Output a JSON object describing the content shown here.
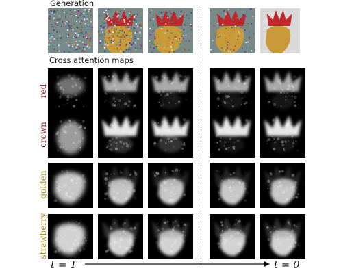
{
  "figure": {
    "generation_title": "Generation",
    "attention_title": "Cross attention maps",
    "row_labels": [
      {
        "text": "red",
        "color": "#8b1a1a"
      },
      {
        "text": "crown",
        "color": "#8b1a1a"
      },
      {
        "text": "golden",
        "color": "#b08d1e"
      },
      {
        "text": "strawberry",
        "color": "#b08d1e"
      }
    ],
    "time_start": {
      "var": "t",
      "eq": " = ",
      "val": "T"
    },
    "time_end": {
      "var": "t",
      "eq": " = ",
      "val": "0"
    },
    "colors": {
      "text": "#111111",
      "divider": "#555555",
      "map_background": "#000000",
      "final_background": "#d9d9d9",
      "strawberry": "#c89a3a",
      "crown": "#c0282d"
    }
  }
}
